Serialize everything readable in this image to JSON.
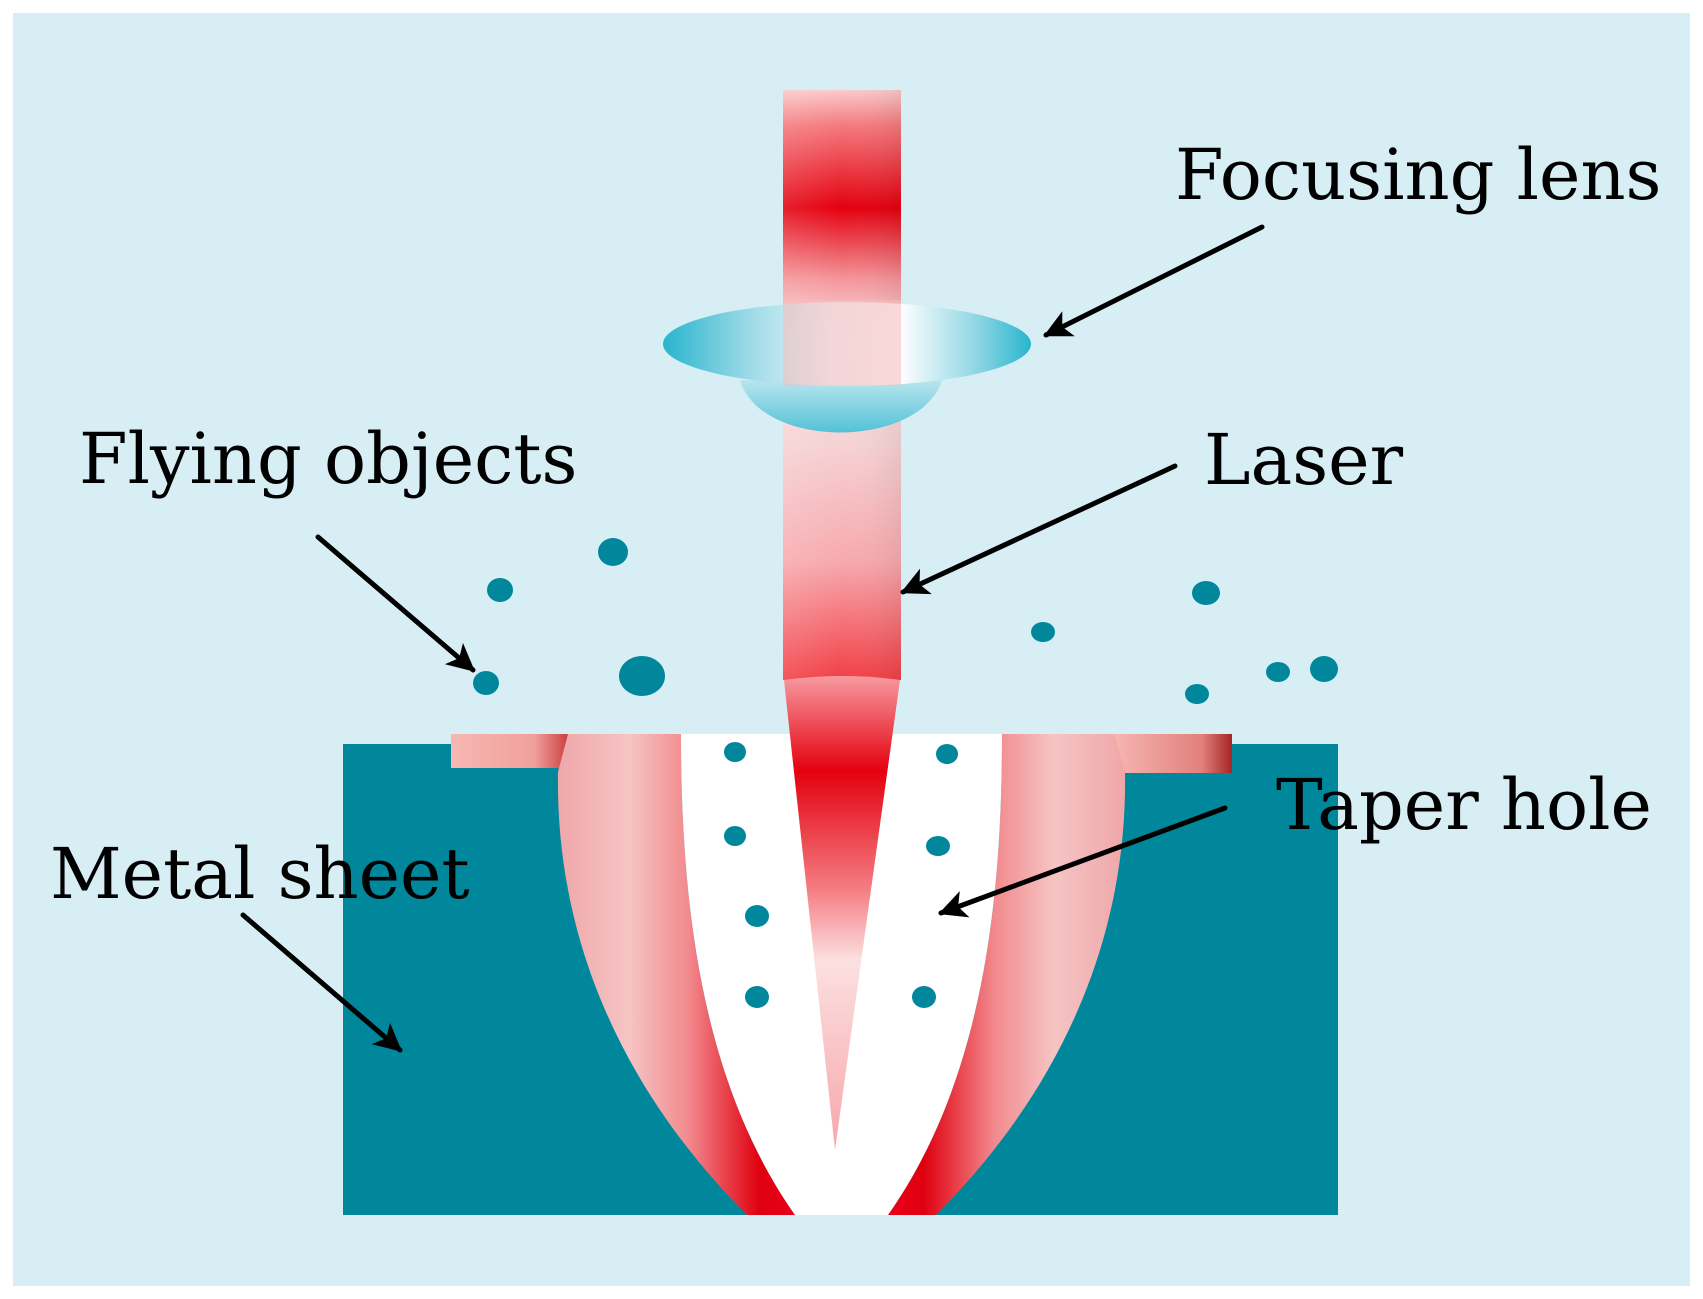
{
  "labels": {
    "focusing_lens": "Focusing lens",
    "laser": "Laser",
    "flying_objects": "Flying objects",
    "taper_hole": "Taper hole",
    "metal_sheet": "Metal sheet"
  },
  "colors": {
    "background": "#d6eef4",
    "metal": "#00879c",
    "laser_red": "#e8000f",
    "laser_pink": "#f9b6b6",
    "lens_cyan": "#27b4cd",
    "particle": "#00879c",
    "arrow": "#000000"
  }
}
